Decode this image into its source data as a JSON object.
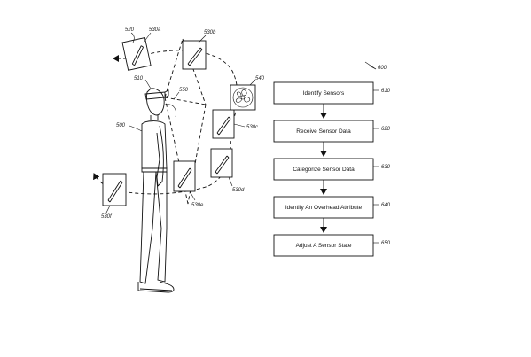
{
  "figure": {
    "reference_numerals": {
      "flowchart": "600",
      "person": "500",
      "headset": "510",
      "sensor_group": "520",
      "sensor_a": "530a",
      "sensor_b": "530b",
      "sensor_c": "530c",
      "sensor_d": "530d",
      "sensor_e": "530e",
      "sensor_f": "530f",
      "field_of_view": "550",
      "fan": "540"
    }
  },
  "flowchart": {
    "steps": [
      {
        "label": "Identify Sensors",
        "ref": "610"
      },
      {
        "label": "Receive Sensor Data",
        "ref": "620"
      },
      {
        "label": "Categorize Sensor Data",
        "ref": "630"
      },
      {
        "label": "Identify An Overhead Attribute",
        "ref": "640"
      },
      {
        "label": "Adjust A Sensor State",
        "ref": "650"
      }
    ]
  }
}
